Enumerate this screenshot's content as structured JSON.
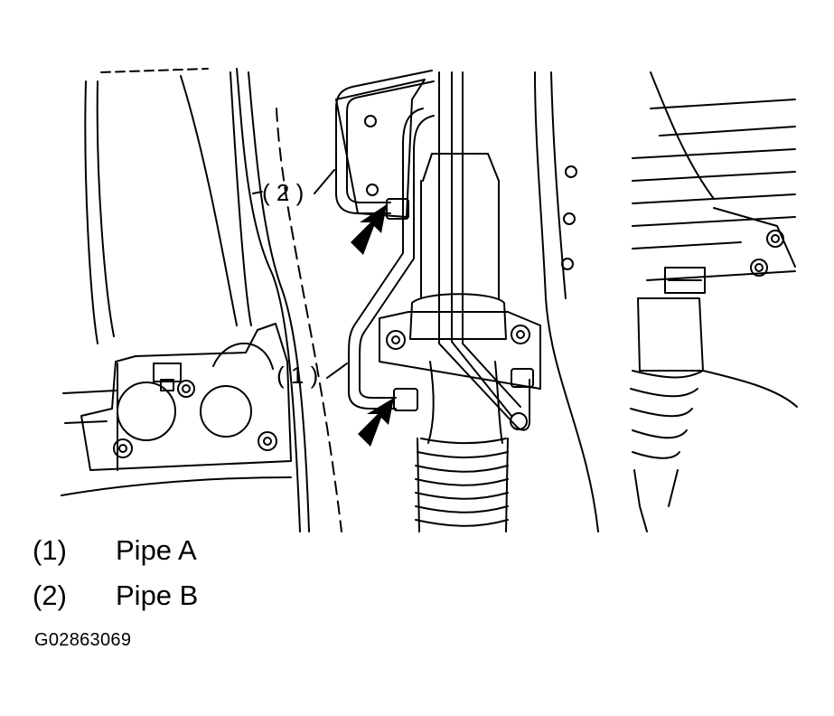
{
  "callouts": {
    "one": "( 1 )",
    "two": "( 2 )"
  },
  "legend": [
    {
      "number": "(1)",
      "label": "Pipe A"
    },
    {
      "number": "(2)",
      "label": "Pipe B"
    }
  ],
  "figure_id": "G02863069"
}
